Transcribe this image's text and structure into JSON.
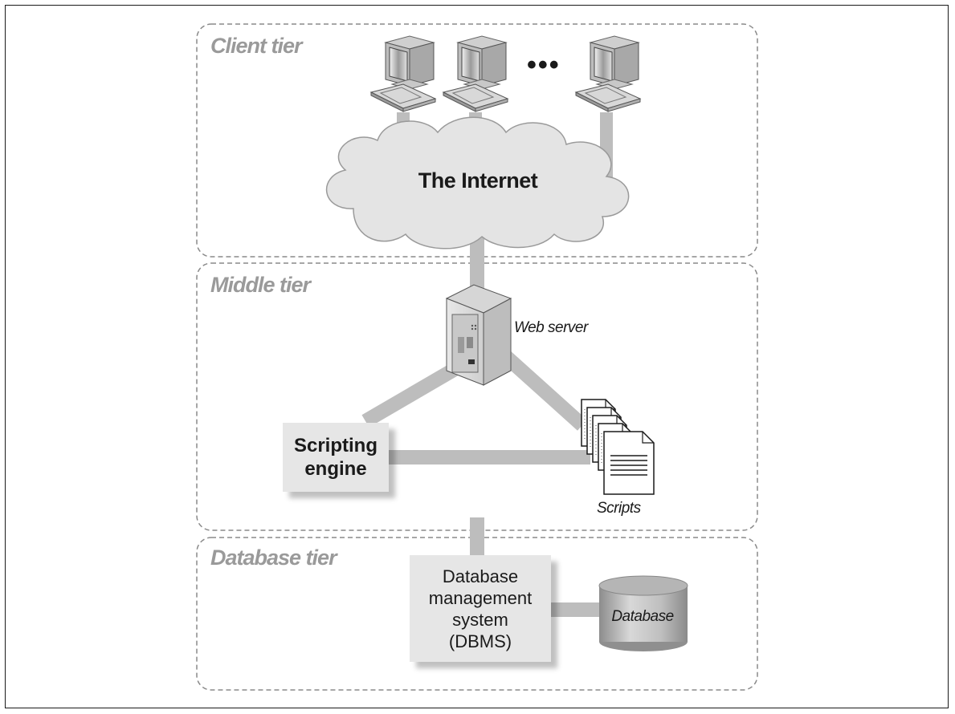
{
  "tiers": [
    {
      "label": "Client tier"
    },
    {
      "label": "Middle tier"
    },
    {
      "label": "Database tier"
    }
  ],
  "client": {
    "ellipsis": "•••",
    "computer_count": 3
  },
  "internet": {
    "label": "The Internet"
  },
  "middle": {
    "web_server_label": "Web server",
    "engine_lines": [
      "Scripting",
      "engine"
    ],
    "scripts_label": "Scripts"
  },
  "database_tier": {
    "dbms_lines": [
      "Database",
      "management",
      "system",
      "(DBMS)"
    ],
    "database_label": "Database"
  },
  "colors": {
    "tier_border": "#8a8a8a",
    "tier_label": "#9a9a9a",
    "connector": "#bdbdbd",
    "box_fill": "#e6e6e6",
    "cloud_fill": "#e4e4e4"
  },
  "icons": [
    "computer-icon",
    "cloud-icon",
    "server-icon",
    "document-stack-icon",
    "database-cylinder-icon"
  ]
}
